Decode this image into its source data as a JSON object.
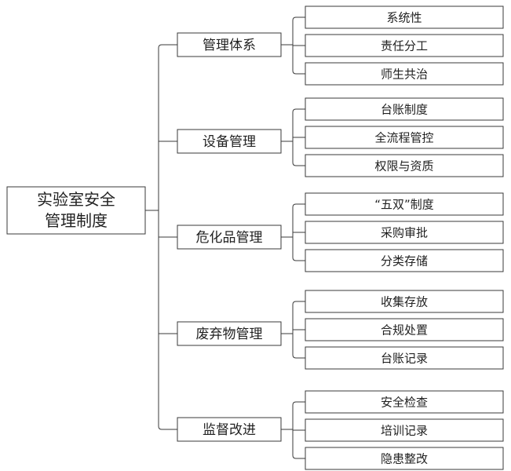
{
  "root": {
    "lines": [
      "实验室安全",
      "管理制度"
    ]
  },
  "categories": [
    {
      "label": "管理体系",
      "children": [
        "系统性",
        "责任分工",
        "师生共治"
      ]
    },
    {
      "label": "设备管理",
      "children": [
        "台账制度",
        "全流程管控",
        "权限与资质"
      ]
    },
    {
      "label": "危化品管理",
      "children": [
        "“五双”制度",
        "采购审批",
        "分类存储"
      ]
    },
    {
      "label": "废弃物管理",
      "children": [
        "收集存放",
        "合规处置",
        "台账记录"
      ]
    },
    {
      "label": "监督改进",
      "children": [
        "安全检查",
        "培训记录",
        "隐患整改"
      ]
    }
  ]
}
